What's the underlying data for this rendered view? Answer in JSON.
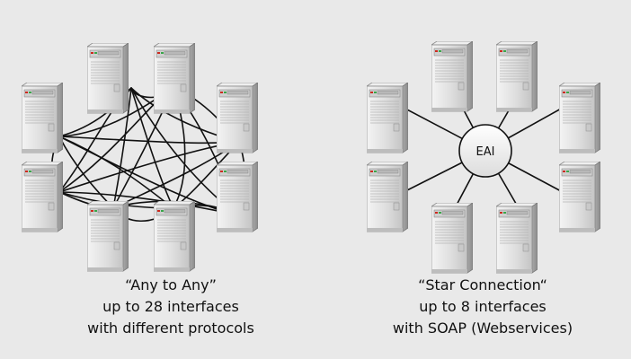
{
  "left_diagram": {
    "caption": {
      "line1": "“Any to Any”",
      "line2": "up to 28 interfaces",
      "line3": "with different protocols"
    },
    "server_count": 8,
    "icon": "server-tower-icon"
  },
  "right_diagram": {
    "hub_label": "EAI",
    "caption": {
      "line1": "“Star Connection“",
      "line2": "up to 8 interfaces",
      "line3": "with SOAP (Webservices)"
    },
    "server_count": 8,
    "icon": "server-tower-icon"
  },
  "colors": {
    "background": "#e9e9e9",
    "server_body": "#d9d9d9",
    "line": "#111111",
    "led_red": "#cc2a1f",
    "led_green": "#3aa64a"
  }
}
